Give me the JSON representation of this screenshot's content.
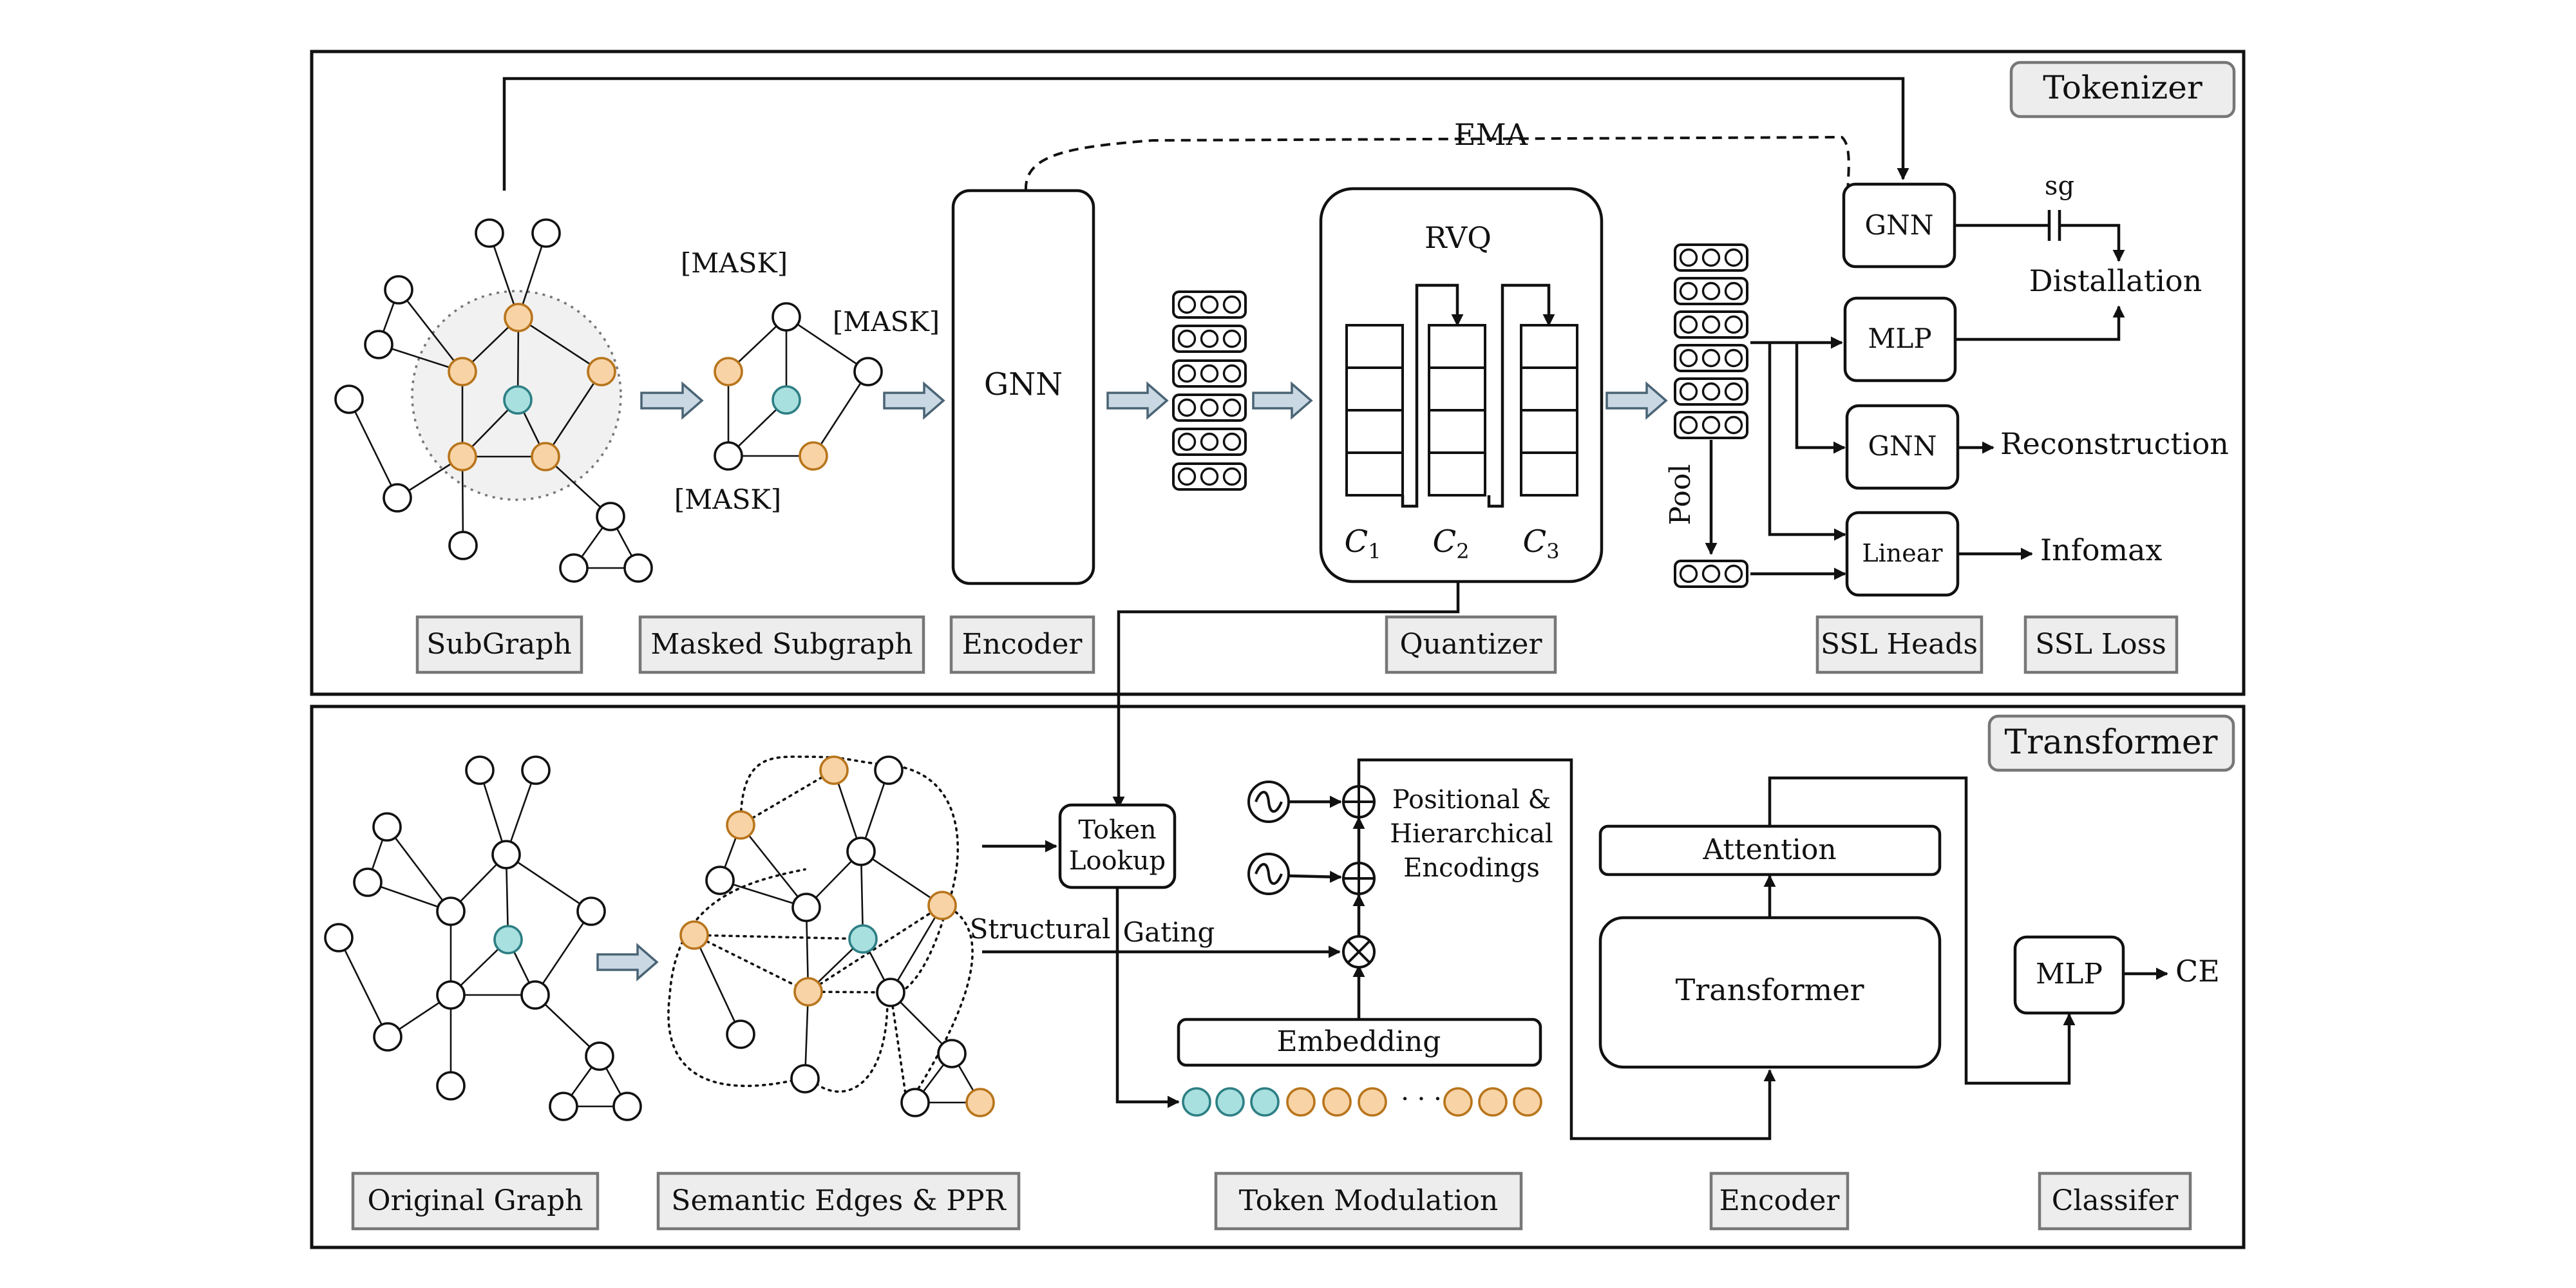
{
  "tokenizer": {
    "panel_title": "Tokenizer",
    "ema_label": "EMA",
    "sg_label": "sg",
    "mask_tokens": [
      "[MASK]",
      "[MASK]",
      "[MASK]"
    ],
    "encoder_block": "GNN",
    "quantizer_title": "RVQ",
    "codebooks": [
      "C",
      "C",
      "C"
    ],
    "codebook_subscripts": [
      "1",
      "2",
      "3"
    ],
    "pool_label": "Pool",
    "heads": {
      "target_gnn": "GNN",
      "mlp": "MLP",
      "gnn": "GNN",
      "linear": "Linear"
    },
    "losses": {
      "distillation": "Distallation",
      "reconstruction": "Reconstruction",
      "infomax": "Infomax"
    },
    "stage_labels": {
      "subgraph": "SubGraph",
      "masked_subgraph": "Masked Subgraph",
      "encoder": "Encoder",
      "quantizer": "Quantizer",
      "ssl_heads": "SSL Heads",
      "ssl_loss": "SSL Loss"
    }
  },
  "transformer": {
    "panel_title": "Transformer",
    "token_lookup": [
      "Token",
      "Lookup"
    ],
    "structural_label": "Structural",
    "gating_label": "Gating",
    "encodings_label": [
      "Positional &",
      "Hierarchical",
      "Encodings"
    ],
    "embedding_block": "Embedding",
    "ellipsis": "· · ·",
    "attention_block": "Attention",
    "transformer_block": "Transformer",
    "classifier_block": "MLP",
    "loss_label": "CE",
    "stage_labels": {
      "original_graph": "Original Graph",
      "semantic_edges": "Semantic Edges & PPR",
      "token_modulation": "Token Modulation",
      "encoder": "Encoder",
      "classifier": "Classifer"
    }
  },
  "colors": {
    "center_node_fill": "#a8dfdf",
    "center_node_stroke": "#2d7f84",
    "masked_node_fill": "#f8d3a6",
    "masked_node_stroke": "#b8751c",
    "label_box_fill": "#ededed",
    "flow_arrow_fill": "#c9d8e3"
  }
}
